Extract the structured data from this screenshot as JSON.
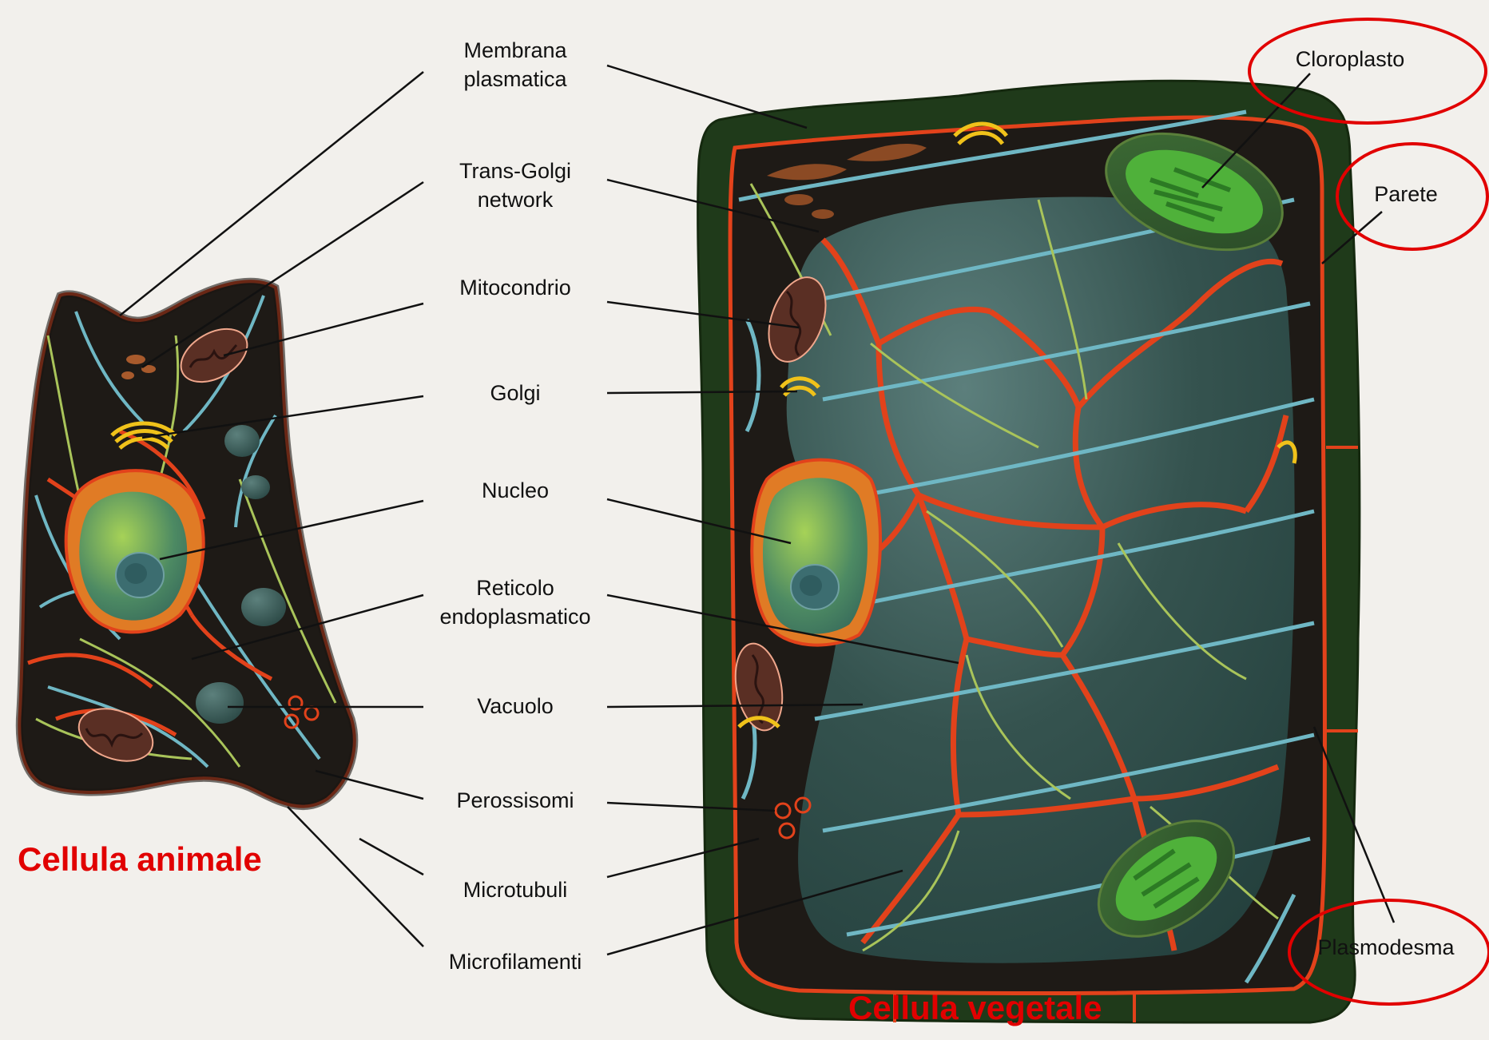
{
  "labels": {
    "membrana": [
      "Membrana",
      "plasmatica"
    ],
    "trans_golgi": [
      "Trans-Golgi",
      "network"
    ],
    "mitocondrio": "Mitocondrio",
    "golgi": "Golgi",
    "nucleo": "Nucleo",
    "reticolo": [
      "Reticolo",
      "endoplasmatico"
    ],
    "vacuolo": "Vacuolo",
    "perossisomi": "Perossisomi",
    "microtubuli": "Microtubuli",
    "microfilamenti": "Microfilamenti",
    "cloroplasto": "Cloroplasto",
    "parete": "Parete",
    "plasmodesma": "Plasmodesma"
  },
  "titles": {
    "animal": "Cellula animale",
    "plant": "Cellula vegetale"
  },
  "colors": {
    "highlight": "#e10000",
    "cell_wall": "#1f3a1a",
    "cytoplasm": "#1e1a16",
    "vacuole": "#2e4f4d",
    "reticulum": "#e2421b",
    "microtubule": "#6fb7c4",
    "microfilament": "#a9c45a",
    "golgi": "#f0c21a",
    "chloroplast": "#4fb13a"
  }
}
